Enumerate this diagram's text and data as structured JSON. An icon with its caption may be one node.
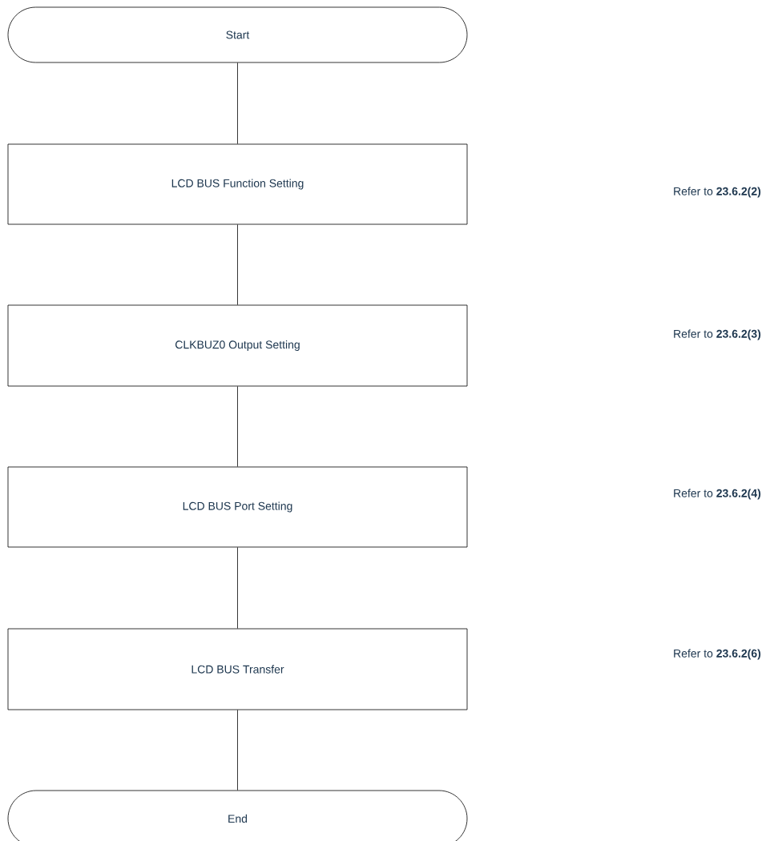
{
  "diagram": {
    "nodes": [
      {
        "text": [
          "Start"
        ]
      },
      {
        "text": [
          "LCD BUS Function Setting"
        ]
      },
      {
        "text": [
          "CLKBUZ0 Output Setting"
        ]
      },
      {
        "text": [
          "LCD BUS Port Setting"
        ]
      },
      {
        "text": [
          "LCD BUS Transfer"
        ]
      },
      {
        "text": [
          "End"
        ]
      }
    ],
    "edges": [
      {
        "from": 0,
        "to": 1,
        "arrow": "none"
      },
      {
        "from": 1,
        "to": 2,
        "arrow": "none"
      },
      {
        "from": 2,
        "to": 3,
        "arrow": "none"
      },
      {
        "from": 3,
        "to": 4,
        "arrow": "none"
      },
      {
        "from": 4,
        "to": 5,
        "arrow": "none"
      }
    ],
    "labels": [
      "Refer to **23.6.2(2)**",
      "Refer to **23.6.2(3)**",
      "Refer to **23.6.2(4)**",
      "Refer to **23.6.2(6)**"
    ]
  }
}
